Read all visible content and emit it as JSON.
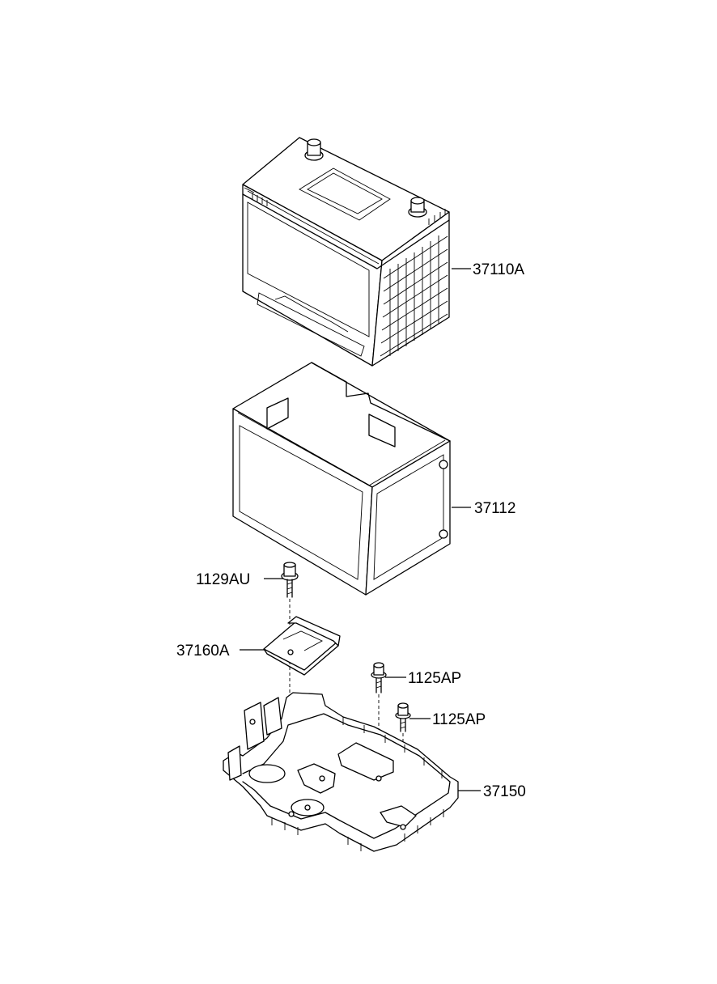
{
  "parts": [
    {
      "id": "37110A",
      "label": "37110A",
      "name": "battery"
    },
    {
      "id": "37112",
      "label": "37112",
      "name": "battery-insulator-case"
    },
    {
      "id": "1129AU",
      "label": "1129AU",
      "name": "clamp-bolt"
    },
    {
      "id": "37160A",
      "label": "37160A",
      "name": "hold-down-clamp"
    },
    {
      "id": "1125AP_1",
      "label": "1125AP",
      "name": "tray-bolt-1"
    },
    {
      "id": "1125AP_2",
      "label": "1125AP",
      "name": "tray-bolt-2"
    },
    {
      "id": "37150",
      "label": "37150",
      "name": "battery-tray"
    }
  ]
}
